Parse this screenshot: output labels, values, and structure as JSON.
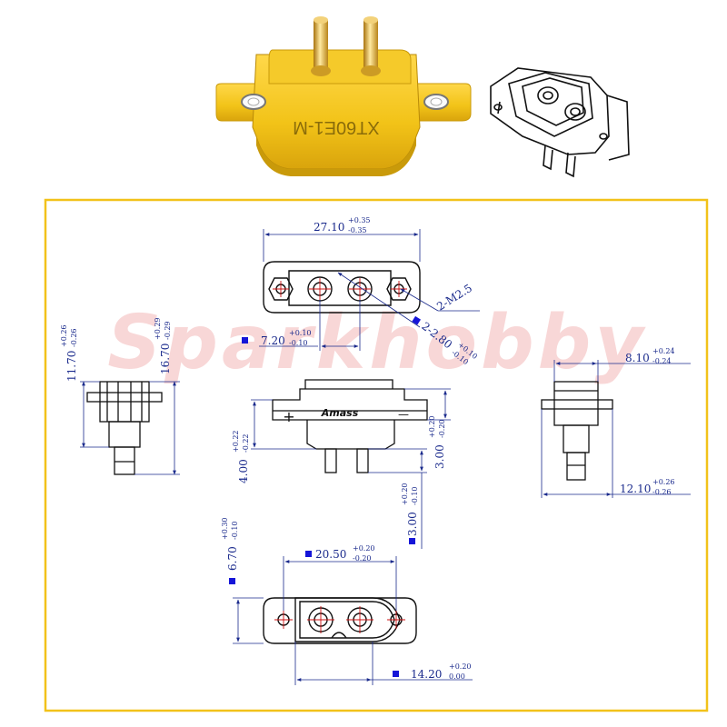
{
  "watermark": "Sparkhobby",
  "colors": {
    "frame": "#f2c21a",
    "dimension": "#1a2a8c",
    "outline": "#111111",
    "center_mark": "#cc1111",
    "connector_body": "#f2c318",
    "connector_shadow": "#c99a0a",
    "gold": "#d9a52a"
  },
  "product": {
    "body_marking": "XT60E1-M",
    "cad_logo": "Amass",
    "plus_sign": "+",
    "minus_sign": "—"
  },
  "dimensions": {
    "overall_width": {
      "value": "27.10",
      "plus": "+0.35",
      "minus": "-0.35"
    },
    "pin_pitch": {
      "value": "7.20",
      "plus": "+0.10",
      "minus": "-0.10"
    },
    "mount_hole": {
      "text": "2-M2.5"
    },
    "pin_diameter": {
      "value": "2-2.80",
      "plus": "+0.10",
      "minus": "-0.10"
    },
    "side_height_1": {
      "value": "11.70",
      "plus": "+0.26",
      "minus": "-0.26"
    },
    "side_height_2": {
      "value": "16.70",
      "plus": "+0.29",
      "minus": "-0.29"
    },
    "right_width_top": {
      "value": "8.10",
      "plus": "+0.24",
      "minus": "-0.24"
    },
    "right_width_bottom": {
      "value": "12.10",
      "plus": "+0.26",
      "minus": "-0.26"
    },
    "front_left_height": {
      "value": "4.00",
      "plus": "+0.22",
      "minus": "-0.22"
    },
    "front_right_height": {
      "value": "3.00",
      "plus": "+0.20",
      "minus": "-0.20"
    },
    "pin_length": {
      "value": "3.00",
      "plus": "+0.20",
      "minus": "-0.10"
    },
    "mount_offset": {
      "value": "6.70",
      "plus": "+0.30",
      "minus": "-0.10"
    },
    "hole_spacing": {
      "value": "20.50",
      "plus": "+0.20",
      "minus": "-0.20"
    },
    "body_width": {
      "value": "14.20",
      "plus": "+0.20",
      "minus": "0.00"
    }
  }
}
